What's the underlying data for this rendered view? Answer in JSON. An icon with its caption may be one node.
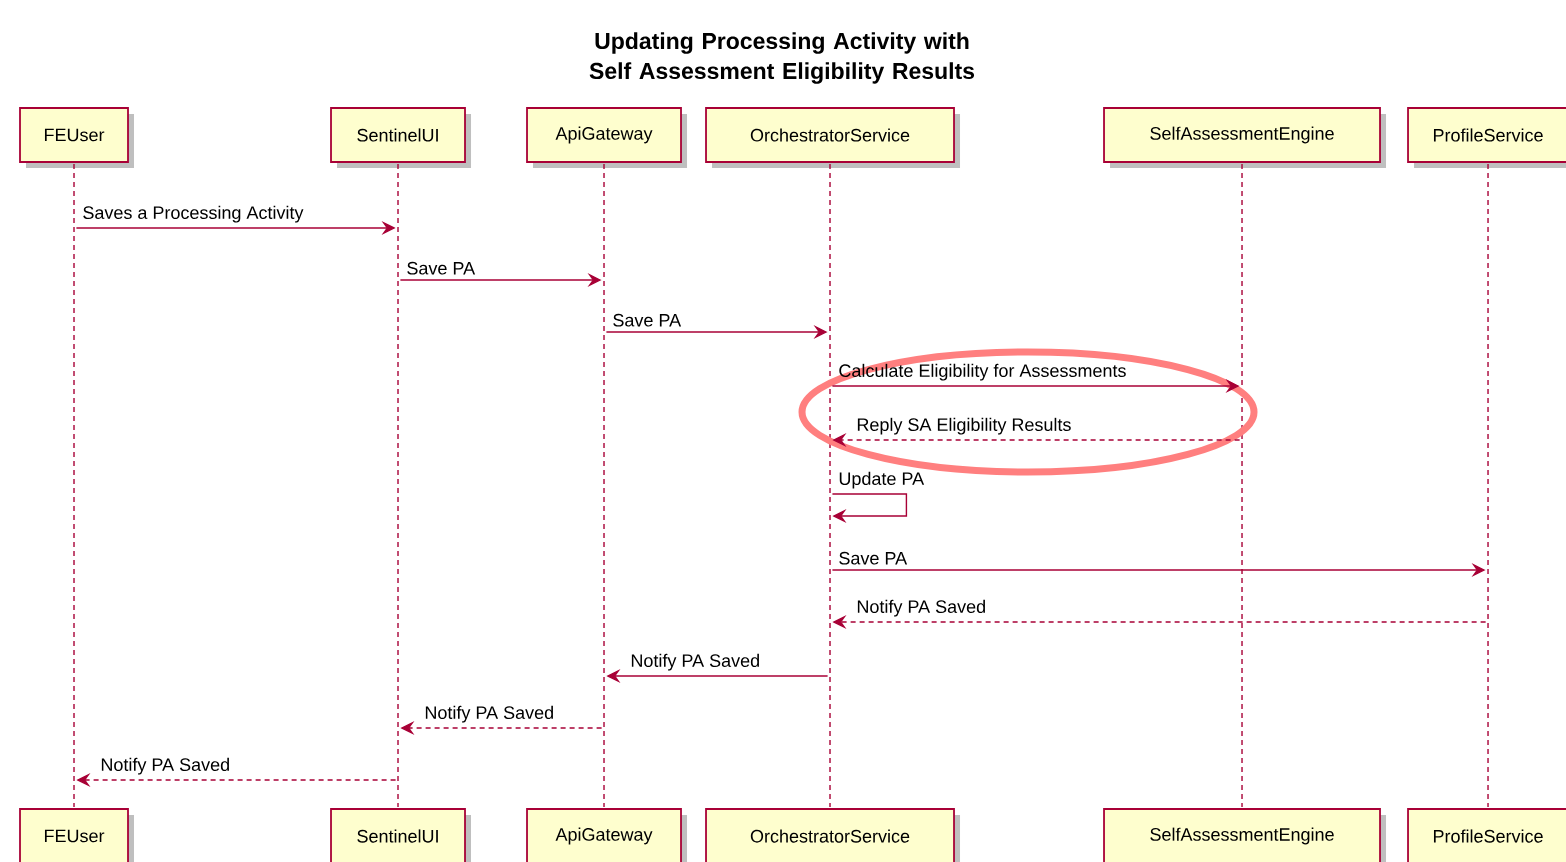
{
  "diagram": {
    "title": "Updating Processing Activity with Self Assessment Eligibility Results",
    "nodes": [
      {
        "text": [
          "FEUser"
        ]
      },
      {
        "text": [
          "SentinelUI"
        ]
      },
      {
        "text": [
          "ApiGateway"
        ]
      },
      {
        "text": [
          "OrchestratorService"
        ]
      },
      {
        "text": [
          "SelfAssessmentEngine"
        ]
      },
      {
        "text": [
          "ProfileService"
        ]
      },
      {
        "text": [
          "FEUser"
        ]
      },
      {
        "text": [
          "SentinelUI"
        ]
      },
      {
        "text": [
          "ApiGateway"
        ]
      },
      {
        "text": [
          "OrchestratorService"
        ]
      },
      {
        "text": [
          "SelfAssessmentEngine"
        ]
      },
      {
        "text": [
          "ProfileService"
        ]
      },
      {
        "text": [],
        "shape": "line"
      },
      {
        "text": [],
        "shape": "line"
      },
      {
        "text": [],
        "shape": "line"
      },
      {
        "text": [],
        "shape": "line"
      },
      {
        "text": [],
        "shape": "line"
      },
      {
        "text": [],
        "shape": "line"
      }
    ],
    "edges": [
      {
        "from": 12,
        "to": 13,
        "arrow": "to",
        "label": "Saves a Processing Activity"
      },
      {
        "from": 13,
        "to": 14,
        "arrow": "to",
        "label": "Save PA"
      },
      {
        "from": 14,
        "to": 15,
        "arrow": "to",
        "label": "Save PA"
      },
      {
        "from": 15,
        "to": 16,
        "arrow": "to",
        "label": "Calculate Eligibility for Assessments"
      },
      {
        "from": 16,
        "to": 15,
        "arrow": "to",
        "label": "Reply SA Eligibility Results",
        "style": "dashed"
      },
      {
        "from": 15,
        "to": 15,
        "arrow": "to",
        "label": "Update PA"
      },
      {
        "from": 15,
        "to": 17,
        "arrow": "to",
        "label": "Save PA"
      },
      {
        "from": 17,
        "to": 15,
        "arrow": "to",
        "label": "Notify PA Saved",
        "style": "dashed"
      },
      {
        "from": 15,
        "to": 14,
        "arrow": "to",
        "label": "Notify PA Saved"
      },
      {
        "from": 14,
        "to": 13,
        "arrow": "to",
        "label": "Notify PA Saved",
        "style": "dashed"
      },
      {
        "from": 13,
        "to": 12,
        "arrow": "to",
        "label": "Notify PA Saved",
        "style": "dashed"
      }
    ]
  }
}
